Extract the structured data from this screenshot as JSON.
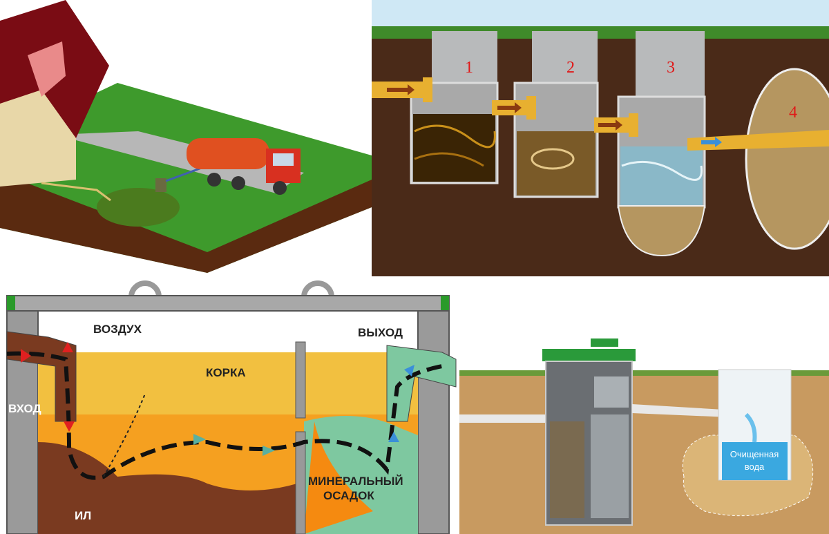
{
  "panels": {
    "septic_truck": {},
    "three_wells": {
      "chamber_labels": [
        "1",
        "2",
        "3",
        "4"
      ]
    },
    "tank_section": {
      "labels": {
        "air": "ВОЗДУХ",
        "outlet": "ВЫХОД",
        "crust": "КОРКА",
        "inlet": "ВХОД",
        "mineral_line1": "МИНЕРАЛЬНЫЙ",
        "mineral_line2": "ОСАДОК",
        "sludge": "ИЛ"
      }
    },
    "bio_station": {
      "labels": {
        "clean_line1": "Очищенная",
        "clean_line2": "вода"
      }
    }
  },
  "colors": {
    "soil": "#4a2a18",
    "grass": "#3f8a2a",
    "arrow_red": "#e02020",
    "arrow_blue": "#3a8fd8",
    "pipe": "#e8b030"
  }
}
